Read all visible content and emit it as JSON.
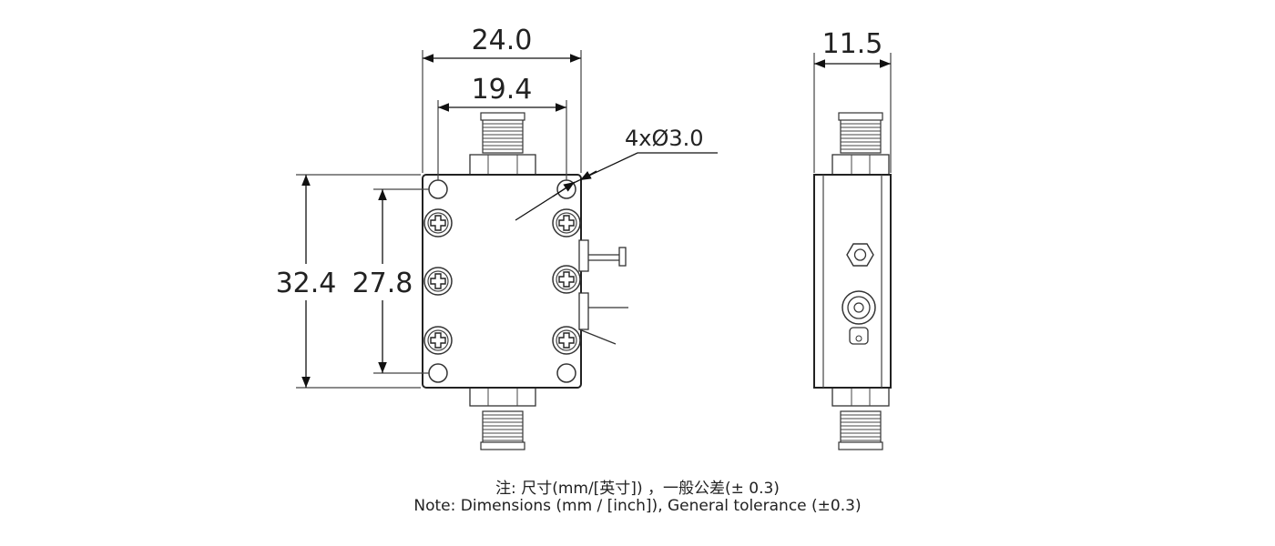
{
  "front_view": {
    "overall_width": "24.0",
    "hole_spacing_width": "19.4",
    "overall_height": "32.4",
    "hole_spacing_height": "27.8",
    "hole_callout": "4xØ3.0"
  },
  "side_view": {
    "thickness": "11.5"
  },
  "notes": {
    "chinese": "注: 尺寸(mm/[英寸]) ，一般公差(± 0.3)",
    "english": "Note: Dimensions (mm / [inch]), General tolerance (±0.3)"
  }
}
